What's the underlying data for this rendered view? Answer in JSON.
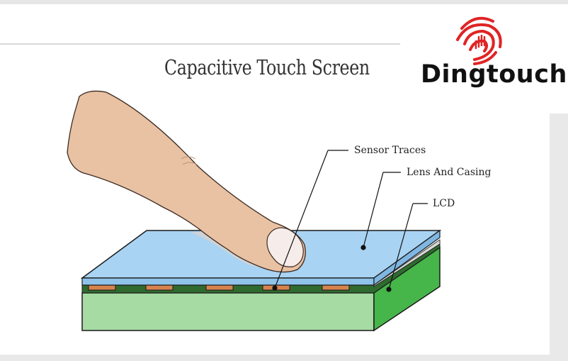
{
  "diagram": {
    "title": "Capacitive Touch Screen",
    "labels": {
      "sensor_traces": "Sensor Traces",
      "lens_and_casing": "Lens And Casing",
      "lcd": "LCD"
    }
  },
  "logo": {
    "wordmark": "Dingtouch",
    "icon": "fingerprint-hand-icon",
    "accent_color": "#e02424"
  },
  "colors": {
    "lens": "#a9d3f2",
    "lcd_top": "#2f6a2f",
    "lcd_front": "#a6dba3",
    "lcd_side": "#46b54a",
    "traces": "#d8834d",
    "finger": "#e9c1a3"
  }
}
